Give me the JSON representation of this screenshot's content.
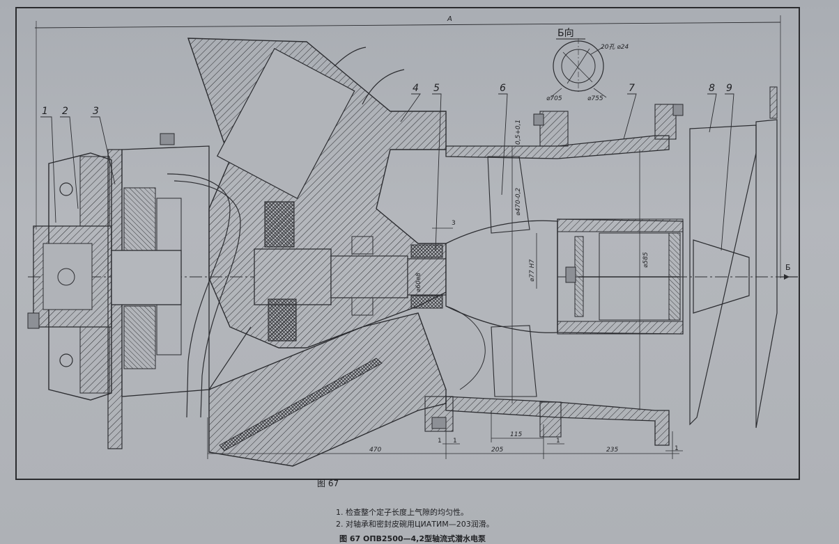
{
  "drawing": {
    "dimension_top": "A",
    "view_label": "Б向",
    "view_arrow": "Б",
    "detail_hole_label": "20孔 ⌀24",
    "detail_d1": "⌀705",
    "detail_d2": "⌀755",
    "callouts": [
      "1",
      "2",
      "3",
      "4",
      "5",
      "6",
      "7",
      "8",
      "9"
    ],
    "dimensions": {
      "gap": "3",
      "tolerance": "0,5+0,1",
      "impeller_dia": "⌀470-0,2",
      "shaft_dia": "⌀60e8",
      "bore_dia": "⌀77 H7",
      "housing_dia": "⌀585",
      "len_470": "470",
      "len_205": "205",
      "len_115": "115",
      "len_235": "235",
      "len_1a": "1",
      "len_1b": "1",
      "len_1c": "1",
      "len_1d": "1"
    }
  },
  "figure_label": "图 67",
  "notes": [
    "1.  检查整个定子长度上气隙的均匀性。",
    "2.  对轴承和密封皮碗用ЦИАТИМ—203润滑。"
  ],
  "caption": "图 67   ОПВ2500—4,2型轴流式潜水电泵"
}
